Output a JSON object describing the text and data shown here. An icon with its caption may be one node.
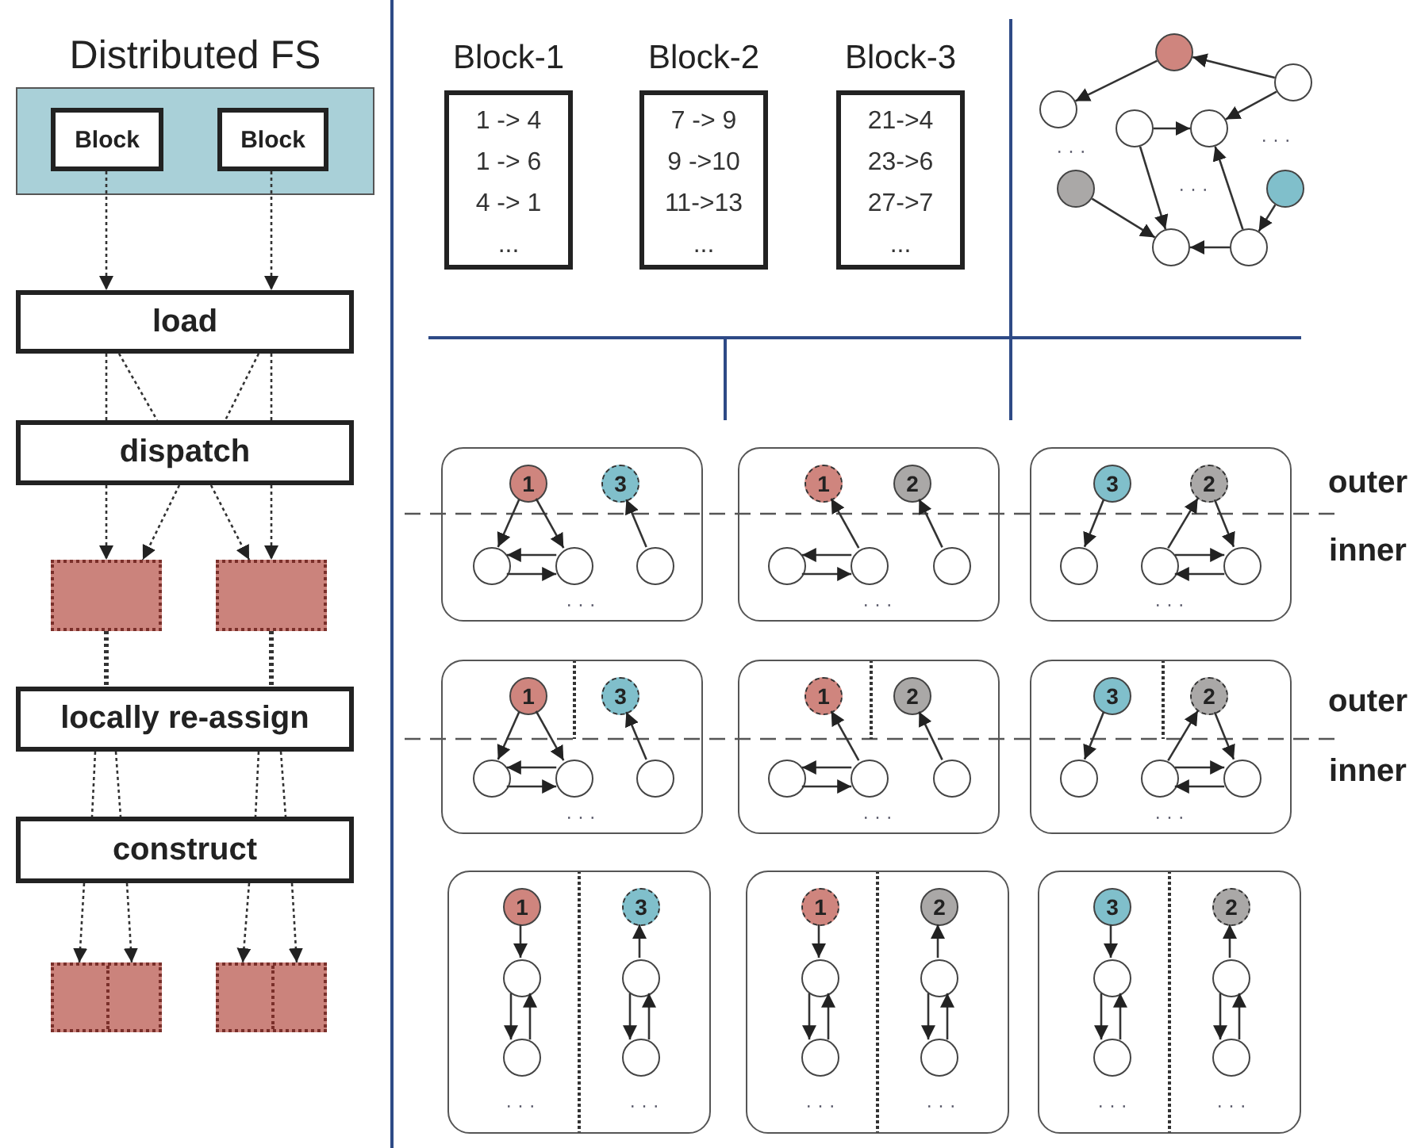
{
  "diagram": {
    "nodes": [
      {
        "text": [
          "Distributed FS"
        ]
      },
      {
        "text": [
          "Block"
        ],
        "in": 0
      },
      {
        "text": [
          "Block"
        ],
        "in": 0
      },
      {
        "text": [
          "load"
        ]
      },
      {
        "text": [
          "dispatch"
        ]
      },
      {
        "text": [],
        "shape": "box"
      },
      {
        "text": [],
        "shape": "box"
      },
      {
        "text": [
          "locally re-assign"
        ]
      },
      {
        "text": [
          "construct"
        ]
      },
      {
        "text": [],
        "shape": "box"
      },
      {
        "text": [],
        "shape": "box"
      },
      {
        "text": [
          "Block-1",
          "1 -> 4",
          "1 -> 6",
          "4 -> 1",
          "..."
        ]
      },
      {
        "text": [
          "Block-2",
          "7 -> 9",
          "9 ->10",
          "11->13",
          "..."
        ]
      },
      {
        "text": [
          "Block-3",
          "21->4",
          "23->6",
          "27->7",
          "..."
        ]
      },
      {
        "text": [],
        "shape": "circle"
      },
      {
        "text": [],
        "shape": "circle"
      },
      {
        "text": [],
        "shape": "circle"
      },
      {
        "text": [],
        "shape": "circle"
      },
      {
        "text": [],
        "shape": "circle"
      },
      {
        "text": [],
        "shape": "circle"
      },
      {
        "text": [],
        "shape": "circle"
      },
      {
        "text": [],
        "shape": "circle"
      },
      {
        "text": [],
        "shape": "circle"
      },
      {
        "text": [],
        "shape": "box"
      },
      {
        "text": [
          "1"
        ],
        "in": 23
      },
      {
        "text": [
          "3"
        ],
        "in": 23
      },
      {
        "text": [],
        "shape": "circle",
        "in": 23
      },
      {
        "text": [],
        "shape": "circle",
        "in": 23
      },
      {
        "text": [],
        "shape": "circle",
        "in": 23
      },
      {
        "text": [],
        "shape": "box"
      },
      {
        "text": [
          "1"
        ],
        "in": 29
      },
      {
        "text": [
          "2"
        ],
        "in": 29
      },
      {
        "text": [],
        "shape": "circle",
        "in": 29
      },
      {
        "text": [],
        "shape": "circle",
        "in": 29
      },
      {
        "text": [],
        "shape": "circle",
        "in": 29
      },
      {
        "text": [],
        "shape": "box"
      },
      {
        "text": [
          "3"
        ],
        "in": 35
      },
      {
        "text": [
          "2"
        ],
        "in": 35
      },
      {
        "text": [],
        "shape": "circle",
        "in": 35
      },
      {
        "text": [],
        "shape": "circle",
        "in": 35
      },
      {
        "text": [],
        "shape": "circle",
        "in": 35
      },
      {
        "text": [],
        "shape": "box"
      },
      {
        "text": [
          "1"
        ],
        "in": 41
      },
      {
        "text": [
          "3"
        ],
        "in": 41
      },
      {
        "text": [],
        "shape": "circle",
        "in": 41
      },
      {
        "text": [],
        "shape": "circle",
        "in": 41
      },
      {
        "text": [],
        "shape": "circle",
        "in": 41
      },
      {
        "text": [],
        "shape": "box"
      },
      {
        "text": [
          "1"
        ],
        "in": 47
      },
      {
        "text": [
          "2"
        ],
        "in": 47
      },
      {
        "text": [],
        "shape": "circle",
        "in": 47
      },
      {
        "text": [],
        "shape": "circle",
        "in": 47
      },
      {
        "text": [],
        "shape": "circle",
        "in": 47
      },
      {
        "text": [],
        "shape": "box"
      },
      {
        "text": [
          "3"
        ],
        "in": 53
      },
      {
        "text": [
          "2"
        ],
        "in": 53
      },
      {
        "text": [],
        "shape": "circle",
        "in": 53
      },
      {
        "text": [],
        "shape": "circle",
        "in": 53
      },
      {
        "text": [],
        "shape": "circle",
        "in": 53
      },
      {
        "text": [],
        "shape": "box"
      },
      {
        "text": [
          "1"
        ],
        "in": 59
      },
      {
        "text": [
          "3"
        ],
        "in": 59
      },
      {
        "text": [],
        "shape": "circle",
        "in": 59
      },
      {
        "text": [],
        "shape": "circle",
        "in": 59
      },
      {
        "text": [],
        "shape": "circle",
        "in": 59
      },
      {
        "text": [],
        "shape": "circle",
        "in": 59
      },
      {
        "text": [],
        "shape": "box"
      },
      {
        "text": [
          "1"
        ],
        "in": 66
      },
      {
        "text": [
          "2"
        ],
        "in": 66
      },
      {
        "text": [],
        "shape": "circle",
        "in": 66
      },
      {
        "text": [],
        "shape": "circle",
        "in": 66
      },
      {
        "text": [],
        "shape": "circle",
        "in": 66
      },
      {
        "text": [],
        "shape": "circle",
        "in": 66
      },
      {
        "text": [],
        "shape": "box"
      },
      {
        "text": [
          "3"
        ],
        "in": 73
      },
      {
        "text": [
          "2"
        ],
        "in": 73
      },
      {
        "text": [],
        "shape": "circle",
        "in": 73
      },
      {
        "text": [],
        "shape": "circle",
        "in": 73
      },
      {
        "text": [],
        "shape": "circle",
        "in": 73
      },
      {
        "text": [],
        "shape": "circle",
        "in": 73
      }
    ],
    "edges": [
      {
        "from": 1,
        "to": 3,
        "arrow": "to",
        "style": "dashed"
      },
      {
        "from": 2,
        "to": 3,
        "arrow": "to",
        "style": "dashed"
      },
      {
        "from": 3,
        "to": 4,
        "arrow": "none",
        "style": "dashed"
      },
      {
        "from": 3,
        "to": 4,
        "arrow": "none",
        "style": "dashed"
      },
      {
        "from": 3,
        "to": 4,
        "arrow": "none",
        "style": "dashed"
      },
      {
        "from": 3,
        "to": 4,
        "arrow": "none",
        "style": "dashed"
      },
      {
        "from": 4,
        "to": 5,
        "arrow": "to",
        "style": "dashed"
      },
      {
        "from": 4,
        "to": 5,
        "arrow": "to",
        "style": "dashed"
      },
      {
        "from": 4,
        "to": 6,
        "arrow": "to",
        "style": "dashed"
      },
      {
        "from": 4,
        "to": 6,
        "arrow": "to",
        "style": "dashed"
      },
      {
        "from": 5,
        "to": 7,
        "arrow": "none",
        "style": "dashed"
      },
      {
        "from": 6,
        "to": 7,
        "arrow": "none",
        "style": "dashed"
      },
      {
        "from": 7,
        "to": 8,
        "arrow": "none",
        "style": "dashed"
      },
      {
        "from": 7,
        "to": 8,
        "arrow": "none",
        "style": "dashed"
      },
      {
        "from": 7,
        "to": 8,
        "arrow": "none",
        "style": "dashed"
      },
      {
        "from": 7,
        "to": 8,
        "arrow": "none",
        "style": "dashed"
      },
      {
        "from": 8,
        "to": 9,
        "arrow": "to",
        "style": "dashed"
      },
      {
        "from": 8,
        "to": 9,
        "arrow": "to",
        "style": "dashed"
      },
      {
        "from": 8,
        "to": 10,
        "arrow": "to",
        "style": "dashed"
      },
      {
        "from": 8,
        "to": 10,
        "arrow": "to",
        "style": "dashed"
      },
      {
        "from": 15,
        "to": 14,
        "arrow": "to"
      },
      {
        "from": 14,
        "to": 16,
        "arrow": "to"
      },
      {
        "from": 15,
        "to": 18,
        "arrow": "to"
      },
      {
        "from": 17,
        "to": 18,
        "arrow": "to"
      },
      {
        "from": 17,
        "to": 21,
        "arrow": "to"
      },
      {
        "from": 19,
        "to": 21,
        "arrow": "to"
      },
      {
        "from": 20,
        "to": 22,
        "arrow": "to"
      },
      {
        "from": 22,
        "to": 21,
        "arrow": "to"
      },
      {
        "from": 22,
        "to": 18,
        "arrow": "to"
      },
      {
        "from": 24,
        "to": 26,
        "arrow": "to"
      },
      {
        "from": 24,
        "to": 27,
        "arrow": "to"
      },
      {
        "from": 27,
        "to": 26,
        "arrow": "to"
      },
      {
        "from": 26,
        "to": 27,
        "arrow": "to"
      },
      {
        "from": 28,
        "to": 25,
        "arrow": "to"
      },
      {
        "from": 33,
        "to": 32,
        "arrow": "to"
      },
      {
        "from": 32,
        "to": 33,
        "arrow": "to"
      },
      {
        "from": 33,
        "to": 30,
        "arrow": "to"
      },
      {
        "from": 34,
        "to": 31,
        "arrow": "to"
      },
      {
        "from": 36,
        "to": 38,
        "arrow": "to"
      },
      {
        "from": 39,
        "to": 37,
        "arrow": "to"
      },
      {
        "from": 37,
        "to": 40,
        "arrow": "to"
      },
      {
        "from": 39,
        "to": 40,
        "arrow": "to"
      },
      {
        "from": 40,
        "to": 39,
        "arrow": "to"
      },
      {
        "from": 42,
        "to": 44,
        "arrow": "to"
      },
      {
        "from": 42,
        "to": 45,
        "arrow": "to"
      },
      {
        "from": 45,
        "to": 44,
        "arrow": "to"
      },
      {
        "from": 44,
        "to": 45,
        "arrow": "to"
      },
      {
        "from": 46,
        "to": 43,
        "arrow": "to"
      },
      {
        "from": 51,
        "to": 50,
        "arrow": "to"
      },
      {
        "from": 50,
        "to": 51,
        "arrow": "to"
      },
      {
        "from": 51,
        "to": 48,
        "arrow": "to"
      },
      {
        "from": 52,
        "to": 49,
        "arrow": "to"
      },
      {
        "from": 54,
        "to": 56,
        "arrow": "to"
      },
      {
        "from": 57,
        "to": 55,
        "arrow": "to"
      },
      {
        "from": 55,
        "to": 58,
        "arrow": "to"
      },
      {
        "from": 57,
        "to": 58,
        "arrow": "to"
      },
      {
        "from": 58,
        "to": 57,
        "arrow": "to"
      },
      {
        "from": 60,
        "to": 62,
        "arrow": "to"
      },
      {
        "from": 62,
        "to": 64,
        "arrow": "to"
      },
      {
        "from": 64,
        "to": 62,
        "arrow": "to"
      },
      {
        "from": 63,
        "to": 61,
        "arrow": "to"
      },
      {
        "from": 63,
        "to": 65,
        "arrow": "to"
      },
      {
        "from": 65,
        "to": 63,
        "arrow": "to"
      },
      {
        "from": 67,
        "to": 69,
        "arrow": "to"
      },
      {
        "from": 69,
        "to": 71,
        "arrow": "to"
      },
      {
        "from": 71,
        "to": 69,
        "arrow": "to"
      },
      {
        "from": 70,
        "to": 68,
        "arrow": "to"
      },
      {
        "from": 70,
        "to": 72,
        "arrow": "to"
      },
      {
        "from": 72,
        "to": 70,
        "arrow": "to"
      },
      {
        "from": 74,
        "to": 76,
        "arrow": "to"
      },
      {
        "from": 76,
        "to": 78,
        "arrow": "to"
      },
      {
        "from": 78,
        "to": 76,
        "arrow": "to"
      },
      {
        "from": 77,
        "to": 75,
        "arrow": "to"
      },
      {
        "from": 77,
        "to": 79,
        "arrow": "to"
      },
      {
        "from": 79,
        "to": 77,
        "arrow": "to"
      }
    ],
    "labels": [
      "· · ·",
      "· · ·",
      "· · ·",
      "outer",
      "inner",
      "· · ·",
      "· · ·",
      "· · ·",
      "outer",
      "inner",
      "· · ·",
      "· · ·",
      "· · ·",
      "· · ·",
      "· · ·",
      "· · ·",
      "· · ·",
      "· · ·",
      "· · ·"
    ]
  }
}
